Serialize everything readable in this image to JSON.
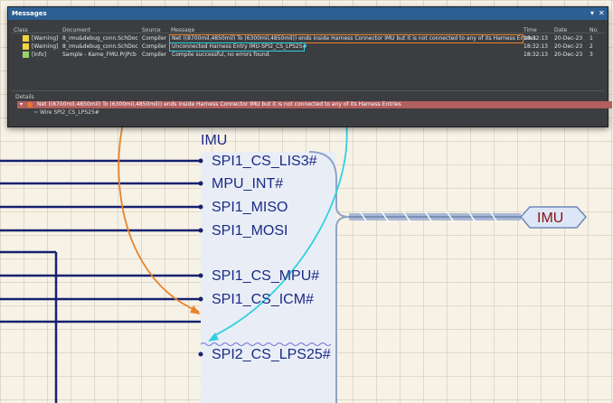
{
  "messages_panel": {
    "title": "Messages",
    "pin_icon": "pin-icon",
    "close_icon": "close-icon",
    "columns": [
      "Class",
      "Document",
      "Source",
      "Message",
      "Time",
      "Date",
      "No."
    ],
    "rows": [
      {
        "class": "[Warning]",
        "document": "8_imu&debug_conn.SchDoc",
        "source": "Compiler",
        "message": "Net ((8700mil,4850mil) To (6300mil,4850mil)) ends inside Harness Connector IMU but it is not connected to any of its Harness Entries",
        "time": "18:32:13",
        "date": "20-Dec-23",
        "no": "1",
        "color": "#f1d33c"
      },
      {
        "class": "[Warning]",
        "document": "8_imu&debug_conn.SchDoc",
        "source": "Compiler",
        "message": "Unconnected Harness Entry IMU-SPI2_CS_LPS25#",
        "time": "18:32:13",
        "date": "20-Dec-23",
        "no": "2",
        "color": "#f1d33c"
      },
      {
        "class": "[Info]",
        "document": "Sample - Kame_FMU.PrjPcb",
        "source": "Compiler",
        "message": "Compile successful, no errors found.",
        "time": "18:32:13",
        "date": "20-Dec-23",
        "no": "3",
        "color": "#9ad06a"
      }
    ],
    "details_label": "Details",
    "detail_message": "Net ((8700mil,4850mil) To (6300mil,4850mil)) ends inside Harness Connector IMU but it is not connected to any of its Harness Entries",
    "detail_wire": "Wire SPI2_CS_LPS25#"
  },
  "schematic": {
    "harness_name": "IMU",
    "port_name": "IMU",
    "entries": [
      {
        "label": "SPI1_CS_LIS3#"
      },
      {
        "label": "MPU_INT#"
      },
      {
        "label": "SPI1_MISO"
      },
      {
        "label": "SPI1_MOSI"
      },
      {
        "label": "SPI1_CS_MPU#"
      },
      {
        "label": "SPI1_CS_ICM#"
      },
      {
        "label": "SPI2_CS_LPS25#"
      }
    ],
    "annotation_colors": {
      "warning1": "#e8832a",
      "warning2": "#2fd0e0"
    }
  }
}
